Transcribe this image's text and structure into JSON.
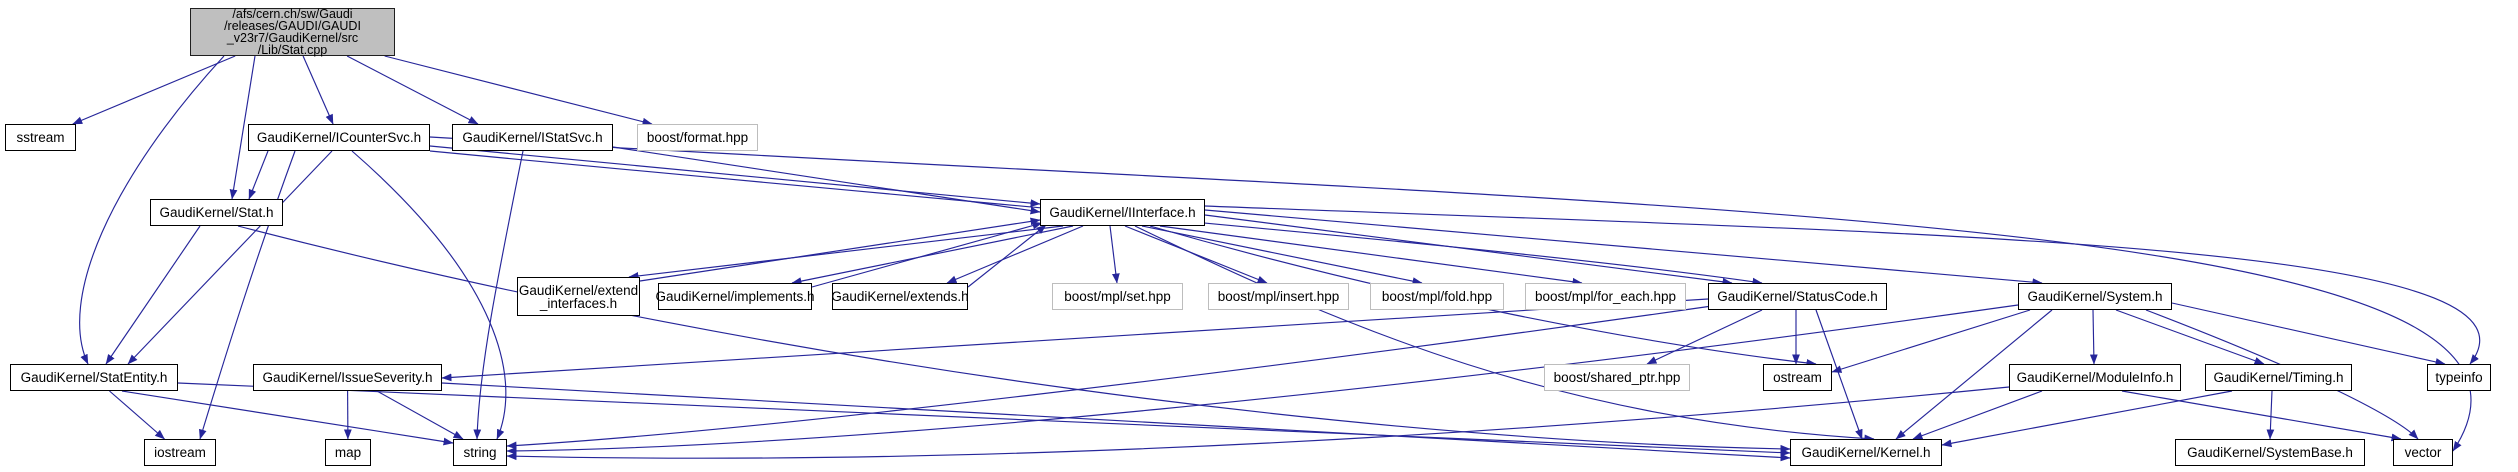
{
  "diagram": {
    "type": "include-dependency-graph",
    "background_color": "#ffffff",
    "edge_color": "#26269a",
    "root_fill_color": "#bfbfbf",
    "node_fill_color": "#ffffff",
    "node_border_color": "#000000",
    "external_border_color": "#bdbdbd",
    "nodes": [
      {
        "id": "root",
        "label": "/afs/cern.ch/sw/Gaudi\n/releases/GAUDI/GAUDI\n_v23r7/GaudiKernel/src\n/Lib/Stat.cpp",
        "kind": "root"
      },
      {
        "id": "sstream",
        "label": "sstream",
        "kind": "internal"
      },
      {
        "id": "icountersvc",
        "label": "GaudiKernel/ICounterSvc.h",
        "kind": "internal"
      },
      {
        "id": "istatsvc",
        "label": "GaudiKernel/IStatSvc.h",
        "kind": "internal"
      },
      {
        "id": "format",
        "label": "boost/format.hpp",
        "kind": "external"
      },
      {
        "id": "stat",
        "label": "GaudiKernel/Stat.h",
        "kind": "internal"
      },
      {
        "id": "iinterface",
        "label": "GaudiKernel/IInterface.h",
        "kind": "internal"
      },
      {
        "id": "extend",
        "label": "GaudiKernel/extend\n_interfaces.h",
        "kind": "internal"
      },
      {
        "id": "implements",
        "label": "GaudiKernel/implements.h",
        "kind": "internal"
      },
      {
        "id": "extends",
        "label": "GaudiKernel/extends.h",
        "kind": "internal"
      },
      {
        "id": "mplset",
        "label": "boost/mpl/set.hpp",
        "kind": "external"
      },
      {
        "id": "mplinsert",
        "label": "boost/mpl/insert.hpp",
        "kind": "external"
      },
      {
        "id": "mplfold",
        "label": "boost/mpl/fold.hpp",
        "kind": "external"
      },
      {
        "id": "mplforeach",
        "label": "boost/mpl/for_each.hpp",
        "kind": "external"
      },
      {
        "id": "statuscode",
        "label": "GaudiKernel/StatusCode.h",
        "kind": "internal"
      },
      {
        "id": "system",
        "label": "GaudiKernel/System.h",
        "kind": "internal"
      },
      {
        "id": "statentity",
        "label": "GaudiKernel/StatEntity.h",
        "kind": "internal"
      },
      {
        "id": "issueseverity",
        "label": "GaudiKernel/IssueSeverity.h",
        "kind": "internal"
      },
      {
        "id": "sharedptr",
        "label": "boost/shared_ptr.hpp",
        "kind": "external"
      },
      {
        "id": "ostream",
        "label": "ostream",
        "kind": "internal"
      },
      {
        "id": "moduleinfo",
        "label": "GaudiKernel/ModuleInfo.h",
        "kind": "internal"
      },
      {
        "id": "timing",
        "label": "GaudiKernel/Timing.h",
        "kind": "internal"
      },
      {
        "id": "typeinfo",
        "label": "typeinfo",
        "kind": "internal"
      },
      {
        "id": "iostream",
        "label": "iostream",
        "kind": "internal"
      },
      {
        "id": "map",
        "label": "map",
        "kind": "internal"
      },
      {
        "id": "string",
        "label": "string",
        "kind": "internal"
      },
      {
        "id": "kernel",
        "label": "GaudiKernel/Kernel.h",
        "kind": "internal"
      },
      {
        "id": "systembase",
        "label": "GaudiKernel/SystemBase.h",
        "kind": "internal"
      },
      {
        "id": "vector",
        "label": "vector",
        "kind": "internal"
      }
    ],
    "edges": [
      {
        "from": "root",
        "to": "sstream"
      },
      {
        "from": "root",
        "to": "stat"
      },
      {
        "from": "root",
        "to": "icountersvc"
      },
      {
        "from": "root",
        "to": "istatsvc"
      },
      {
        "from": "root",
        "to": "format"
      },
      {
        "from": "root",
        "to": "statentity"
      },
      {
        "from": "icountersvc",
        "to": "stat"
      },
      {
        "from": "icountersvc",
        "to": "statentity"
      },
      {
        "from": "icountersvc",
        "to": "iinterface"
      },
      {
        "from": "icountersvc",
        "to": "statuscode"
      },
      {
        "from": "icountersvc",
        "to": "string"
      },
      {
        "from": "icountersvc",
        "to": "iostream"
      },
      {
        "from": "icountersvc",
        "to": "vector"
      },
      {
        "from": "istatsvc",
        "to": "iinterface"
      },
      {
        "from": "istatsvc",
        "to": "string"
      },
      {
        "from": "stat",
        "to": "statentity"
      },
      {
        "from": "stat",
        "to": "kernel"
      },
      {
        "from": "statentity",
        "to": "iostream"
      },
      {
        "from": "statentity",
        "to": "string"
      },
      {
        "from": "statentity",
        "to": "kernel"
      },
      {
        "from": "issueseverity",
        "to": "map"
      },
      {
        "from": "issueseverity",
        "to": "string"
      },
      {
        "from": "issueseverity",
        "to": "kernel"
      },
      {
        "from": "iinterface",
        "to": "extend"
      },
      {
        "from": "extend",
        "to": "iinterface"
      },
      {
        "from": "iinterface",
        "to": "implements"
      },
      {
        "from": "implements",
        "to": "iinterface"
      },
      {
        "from": "iinterface",
        "to": "extends"
      },
      {
        "from": "extends",
        "to": "iinterface"
      },
      {
        "from": "iinterface",
        "to": "mplset"
      },
      {
        "from": "iinterface",
        "to": "mplinsert"
      },
      {
        "from": "iinterface",
        "to": "mplfold"
      },
      {
        "from": "iinterface",
        "to": "mplforeach"
      },
      {
        "from": "iinterface",
        "to": "statuscode"
      },
      {
        "from": "iinterface",
        "to": "system"
      },
      {
        "from": "iinterface",
        "to": "ostream"
      },
      {
        "from": "iinterface",
        "to": "kernel"
      },
      {
        "from": "iinterface",
        "to": "typeinfo"
      },
      {
        "from": "statuscode",
        "to": "issueseverity"
      },
      {
        "from": "statuscode",
        "to": "sharedptr"
      },
      {
        "from": "statuscode",
        "to": "ostream"
      },
      {
        "from": "statuscode",
        "to": "kernel"
      },
      {
        "from": "statuscode",
        "to": "string"
      },
      {
        "from": "system",
        "to": "moduleinfo"
      },
      {
        "from": "system",
        "to": "timing"
      },
      {
        "from": "system",
        "to": "typeinfo"
      },
      {
        "from": "system",
        "to": "ostream"
      },
      {
        "from": "system",
        "to": "kernel"
      },
      {
        "from": "system",
        "to": "string"
      },
      {
        "from": "system",
        "to": "vector"
      },
      {
        "from": "moduleinfo",
        "to": "kernel"
      },
      {
        "from": "moduleinfo",
        "to": "string"
      },
      {
        "from": "moduleinfo",
        "to": "vector"
      },
      {
        "from": "timing",
        "to": "kernel"
      },
      {
        "from": "timing",
        "to": "systembase"
      }
    ]
  }
}
